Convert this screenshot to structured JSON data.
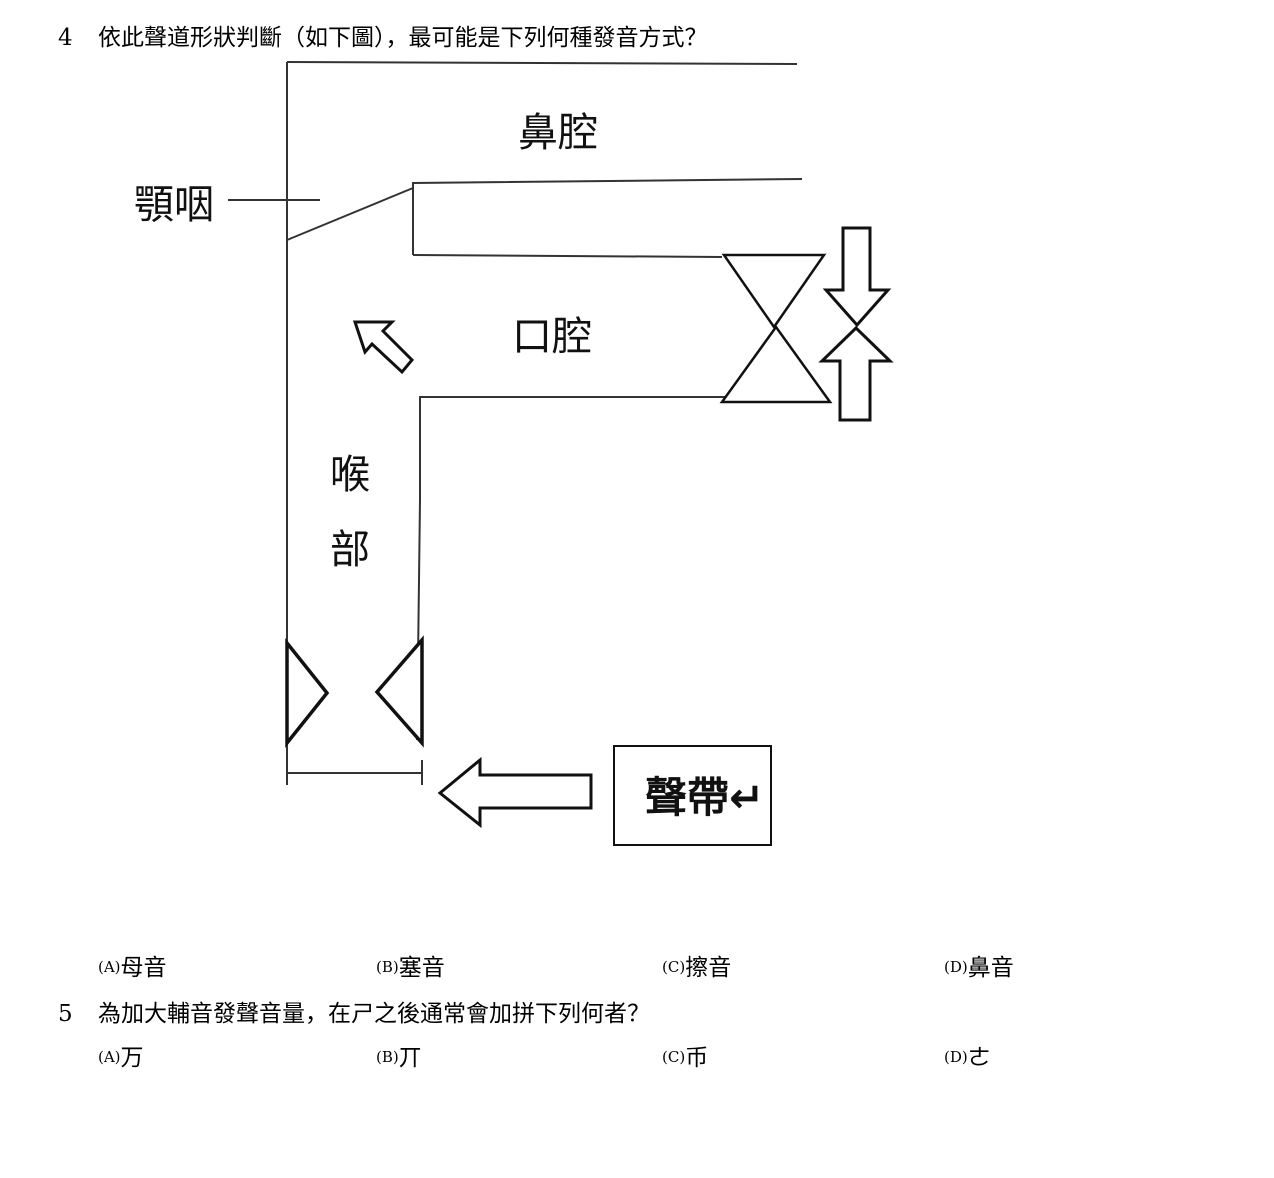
{
  "question4": {
    "number": "4",
    "text": "依此聲道形狀判斷（如下圖），最可能是下列何種發音方式？",
    "diagram": {
      "labels": {
        "nasal_cavity": "鼻腔",
        "nasopharynx": "顎咽",
        "oral_cavity": "口腔",
        "larynx_top": "喉",
        "larynx_bottom": "部",
        "vocal_cords": "聲帶↵"
      }
    },
    "options": [
      {
        "letter": "(A)",
        "text": "母音"
      },
      {
        "letter": "(B)",
        "text": "塞音"
      },
      {
        "letter": "(C)",
        "text": "擦音"
      },
      {
        "letter": "(D)",
        "text": "鼻音"
      }
    ]
  },
  "question5": {
    "number": "5",
    "text": "為加大輔音發聲音量，在ㄕ之後通常會加拼下列何者？",
    "options": [
      {
        "letter": "(A)",
        "text": "万"
      },
      {
        "letter": "(B)",
        "text": "丌"
      },
      {
        "letter": "(C)",
        "text": "币"
      },
      {
        "letter": "(D)",
        "text": "ㄜ"
      }
    ]
  }
}
